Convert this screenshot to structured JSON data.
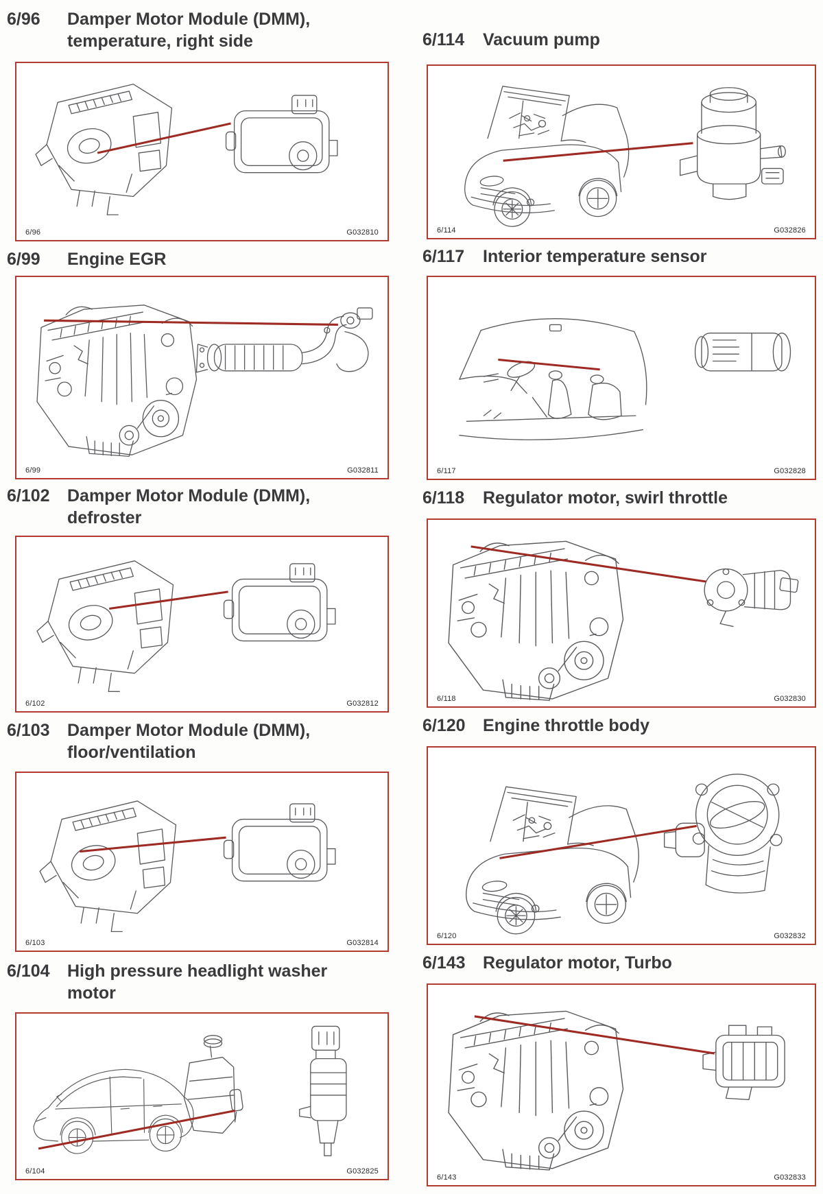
{
  "colors": {
    "frame_border": "#b13b31",
    "leader_line": "#9e2b23",
    "heading_text": "#3a3a3c",
    "corner_text": "#2a2a2a"
  },
  "columns": {
    "left": [
      {
        "number": "6/96",
        "title_lines": [
          "Damper Motor Module (DMM),",
          "temperature, right side"
        ],
        "frame_label": "6/96",
        "graphic_code": "G032810",
        "drawing": "hvac-unit-and-damper-motor-module"
      },
      {
        "number": "6/99",
        "title_lines": [
          "Engine EGR"
        ],
        "frame_label": "6/99",
        "graphic_code": "G032811",
        "drawing": "engine-and-egr-cooler"
      },
      {
        "number": "6/102",
        "title_lines": [
          "Damper Motor Module (DMM),",
          "defroster"
        ],
        "frame_label": "6/102",
        "graphic_code": "G032812",
        "drawing": "hvac-unit-and-damper-motor-module"
      },
      {
        "number": "6/103",
        "title_lines": [
          "Damper Motor Module (DMM),",
          "floor/ventilation"
        ],
        "frame_label": "6/103",
        "graphic_code": "G032814",
        "drawing": "hvac-unit-and-damper-motor-module"
      },
      {
        "number": "6/104",
        "title_lines": [
          "High pressure headlight washer",
          "motor"
        ],
        "frame_label": "6/104",
        "graphic_code": "G032825",
        "drawing": "car-side-reservoir-and-washer-pump"
      }
    ],
    "right": [
      {
        "number": "6/114",
        "title_lines": [
          "Vacuum pump"
        ],
        "frame_label": "6/114",
        "graphic_code": "G032826",
        "drawing": "car-open-hood-and-vacuum-pump"
      },
      {
        "number": "6/117",
        "title_lines": [
          "Interior temperature sensor"
        ],
        "frame_label": "6/117",
        "graphic_code": "G032828",
        "drawing": "car-interior-and-temperature-sensor"
      },
      {
        "number": "6/118",
        "title_lines": [
          "Regulator motor, swirl throttle"
        ],
        "frame_label": "6/118",
        "graphic_code": "G032830",
        "drawing": "engine-and-regulator-motor"
      },
      {
        "number": "6/120",
        "title_lines": [
          "Engine throttle body"
        ],
        "frame_label": "6/120",
        "graphic_code": "G032832",
        "drawing": "car-open-hood-and-throttle-body"
      },
      {
        "number": "6/143",
        "title_lines": [
          "Regulator motor, Turbo"
        ],
        "frame_label": "6/143",
        "graphic_code": "G032833",
        "drawing": "engine-and-turbo-regulator-motor"
      }
    ]
  }
}
